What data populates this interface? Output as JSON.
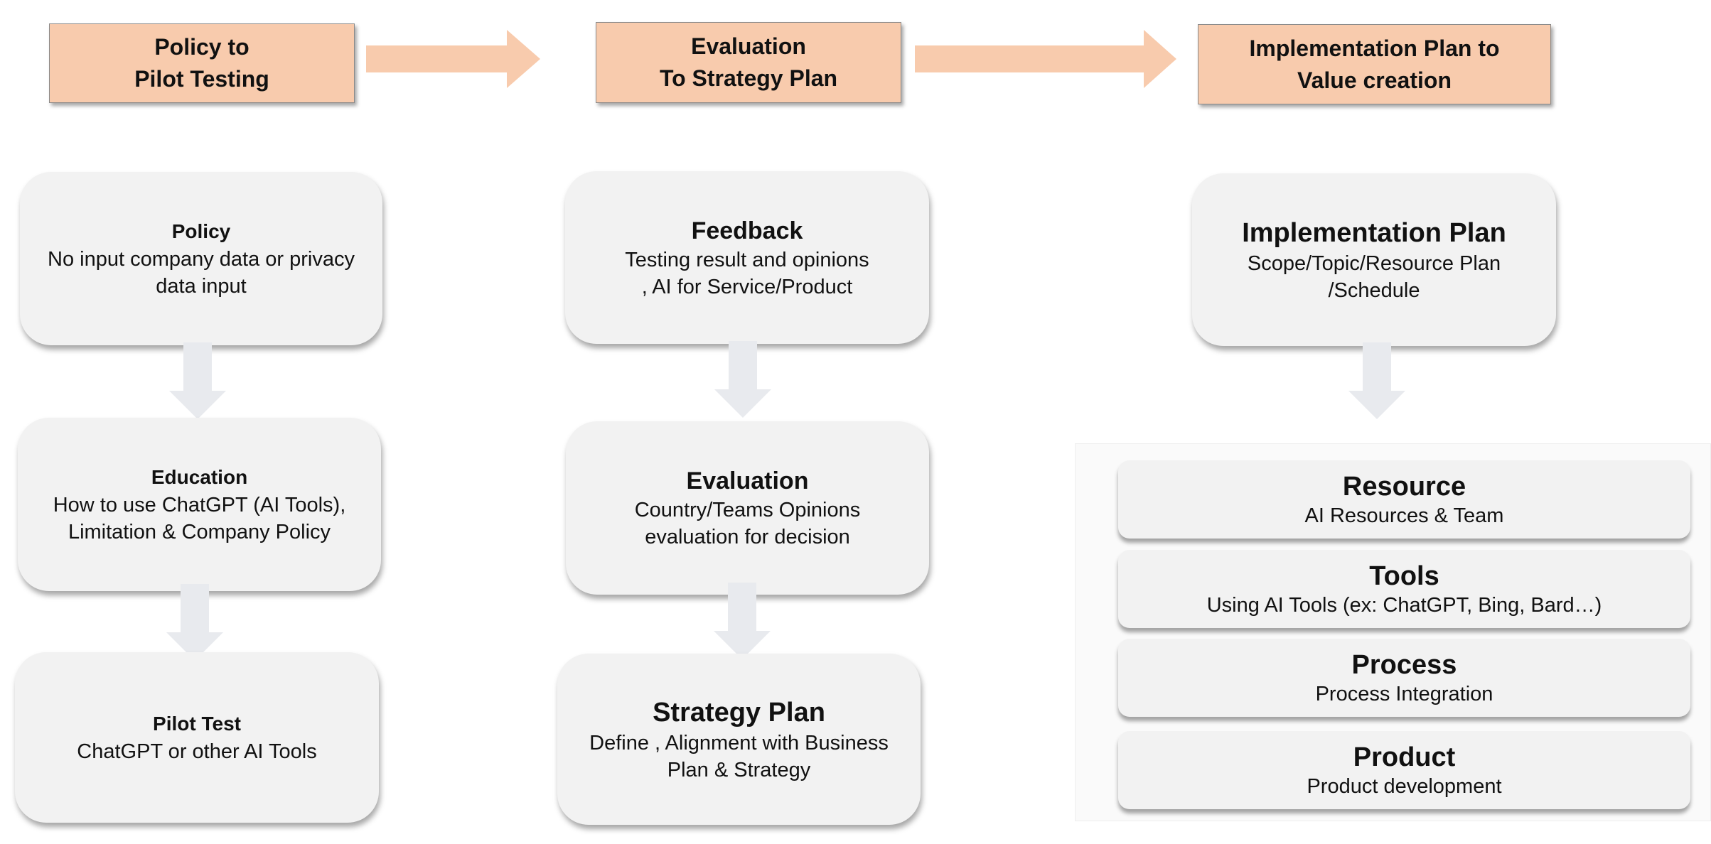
{
  "phases": [
    {
      "line1": "Policy to",
      "line2": "Pilot Testing"
    },
    {
      "line1": "Evaluation",
      "line2": "To Strategy Plan"
    },
    {
      "line1": "Implementation Plan  to",
      "line2": "Value creation"
    }
  ],
  "column1": [
    {
      "title": "Policy",
      "desc1": "No input company data or privacy",
      "desc2": "data input"
    },
    {
      "title": "Education",
      "desc1": "How to use ChatGPT (AI Tools),",
      "desc2": "Limitation & Company Policy"
    },
    {
      "title": "Pilot Test",
      "desc1": "ChatGPT or other AI Tools"
    }
  ],
  "column2": [
    {
      "title": "Feedback",
      "desc1": "Testing result and opinions",
      "desc2": ", AI for Service/Product"
    },
    {
      "title": "Evaluation",
      "desc1": "Country/Teams Opinions",
      "desc2": "evaluation for decision"
    },
    {
      "title": "Strategy Plan",
      "desc1": "Define , Alignment with Business",
      "desc2": "Plan & Strategy"
    }
  ],
  "column3": {
    "plan": {
      "title": "Implementation Plan",
      "desc1": "Scope/Topic/Resource Plan",
      "desc2": "/Schedule"
    },
    "items": [
      {
        "title": "Resource",
        "desc": "AI Resources & Team"
      },
      {
        "title": "Tools",
        "desc": "Using AI Tools (ex: ChatGPT, Bing, Bard…)"
      },
      {
        "title": "Process",
        "desc": "Process Integration"
      },
      {
        "title": "Product",
        "desc": "Product development"
      }
    ]
  },
  "colors": {
    "phase_fill": "#f8cbad",
    "card_fill": "#f2f2f2",
    "arrow_fill": "#e8eaee",
    "text": "#111111"
  }
}
